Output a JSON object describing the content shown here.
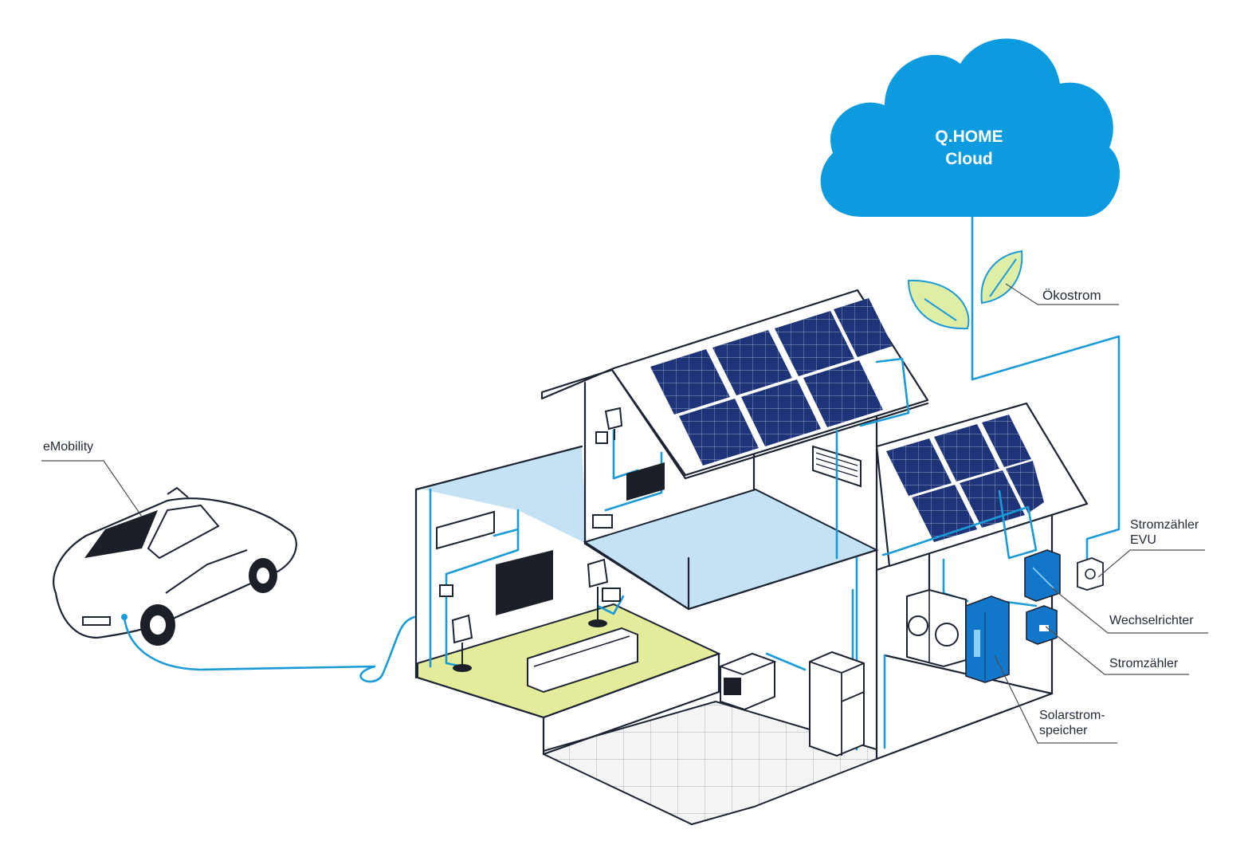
{
  "cloud": {
    "line1": "Q.HOME",
    "line2": "Cloud"
  },
  "labels": {
    "emobility": "eMobility",
    "oekostrom": "Ökostrom",
    "stromzaehler_evu_1": "Stromzähler",
    "stromzaehler_evu_2": "EVU",
    "wechselrichter": "Wechselrichter",
    "stromzaehler": "Stromzähler",
    "speicher_1": "Solarstrom-",
    "speicher_2": "speicher"
  },
  "colors": {
    "wire": "#1a9bd7",
    "cloud": "#0d9be0",
    "sky_floor": "#c4e2f3",
    "living_floor": "#e4ec9c",
    "leaf": "#dfeea6",
    "panel": "#1f3478",
    "device": "#1277c9",
    "outline": "#1c2433"
  }
}
